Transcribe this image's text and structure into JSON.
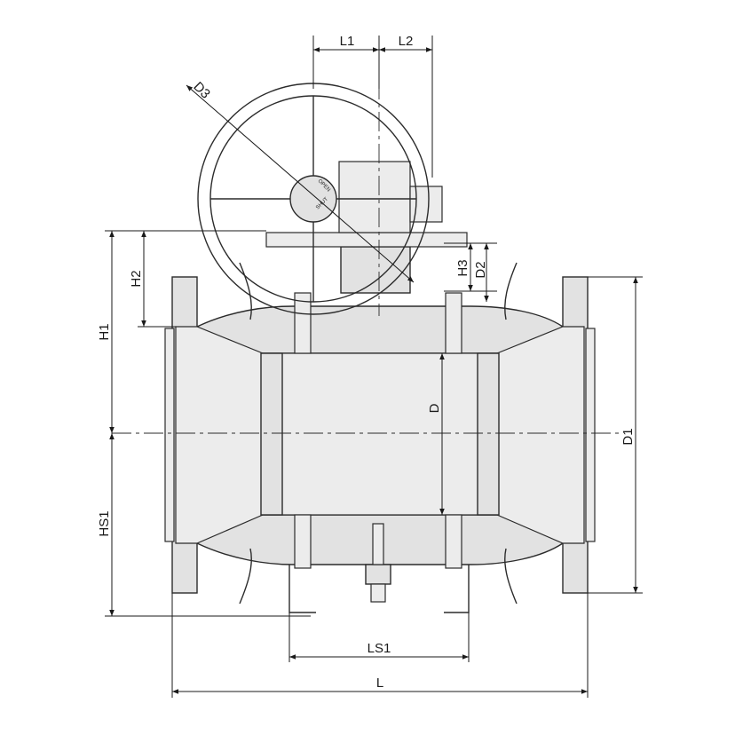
{
  "labels": {
    "L1": "L1",
    "L2": "L2",
    "D3": "D3",
    "H1": "H1",
    "H2": "H2",
    "H3": "H3",
    "D2": "D2",
    "D": "D",
    "D1": "D1",
    "HS1": "HS1",
    "LS1": "LS1",
    "L": "L"
  },
  "handwheel_marks": {
    "open": "OPEN",
    "shut": "SHUT"
  }
}
